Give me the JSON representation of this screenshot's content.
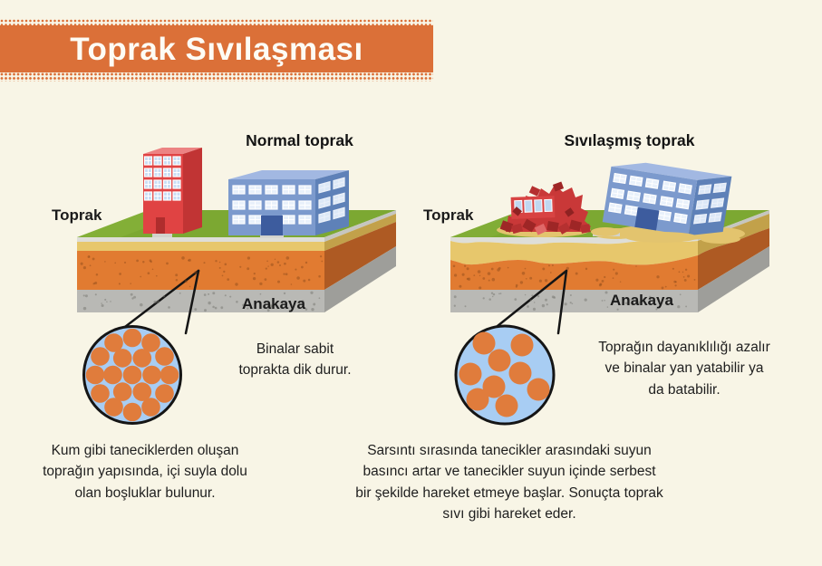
{
  "title": "Toprak Sıvılaşması",
  "panels": {
    "left": {
      "heading": "Normal toprak",
      "soil_label": "Toprak",
      "bedrock_label": "Anakaya",
      "magnifier_caption": "Binalar sabit toprakta dik durur.",
      "description": "Kum gibi taneciklerden oluşan toprağın yapısında, içi suyla dolu olan boşluklar bulunur.",
      "particle_radius": 10.3,
      "particles": [
        [
          146,
          414
        ],
        [
          167.5,
          414
        ],
        [
          156.8,
          395.4
        ],
        [
          135.2,
          395.4
        ],
        [
          124.5,
          414
        ],
        [
          135.2,
          432.6
        ],
        [
          156.8,
          432.6
        ],
        [
          187,
          414
        ],
        [
          181.5,
          393.5
        ],
        [
          166.5,
          378.5
        ],
        [
          146,
          373
        ],
        [
          125.5,
          378.5
        ],
        [
          110.5,
          393.5
        ],
        [
          105,
          414
        ],
        [
          110.5,
          434.5
        ],
        [
          125.5,
          449.5
        ],
        [
          146,
          455
        ],
        [
          166.5,
          449.5
        ],
        [
          181.5,
          434.5
        ]
      ]
    },
    "right": {
      "heading": "Sıvılaşmış toprak",
      "soil_label": "Toprak",
      "bedrock_label": "Anakaya",
      "magnifier_caption": "Toprağın dayanıklılığı azalır ve binalar yan yatabilir ya da batabilir.",
      "description": "Sarsıntı sırasında tanecikler arasındaki suyun basıncı artar ve tanecikler suyun içinde serbest bir şekilde hareket etmeye başlar. Sonuçta toprak sıvı gibi hareket eder.",
      "particle_radius": 12.5,
      "particles": [
        [
          534,
          379
        ],
        [
          576,
          381
        ],
        [
          551,
          398
        ],
        [
          519,
          413
        ],
        [
          574,
          412
        ],
        [
          594,
          430
        ],
        [
          527,
          441
        ],
        [
          559,
          448
        ],
        [
          545,
          427
        ]
      ]
    }
  },
  "colors": {
    "banner": "#DB7038",
    "background": "#F8F5E6",
    "grass": "#7CA832",
    "sand": "#E7C76C",
    "soil_orange": "#E17B31",
    "bedrock_gray": "#B9B9B5",
    "water_blue": "#A8CDF3",
    "particle_orange": "#E07C3C",
    "building_red": "#E04343",
    "building_blue": "#7C9ACD"
  }
}
